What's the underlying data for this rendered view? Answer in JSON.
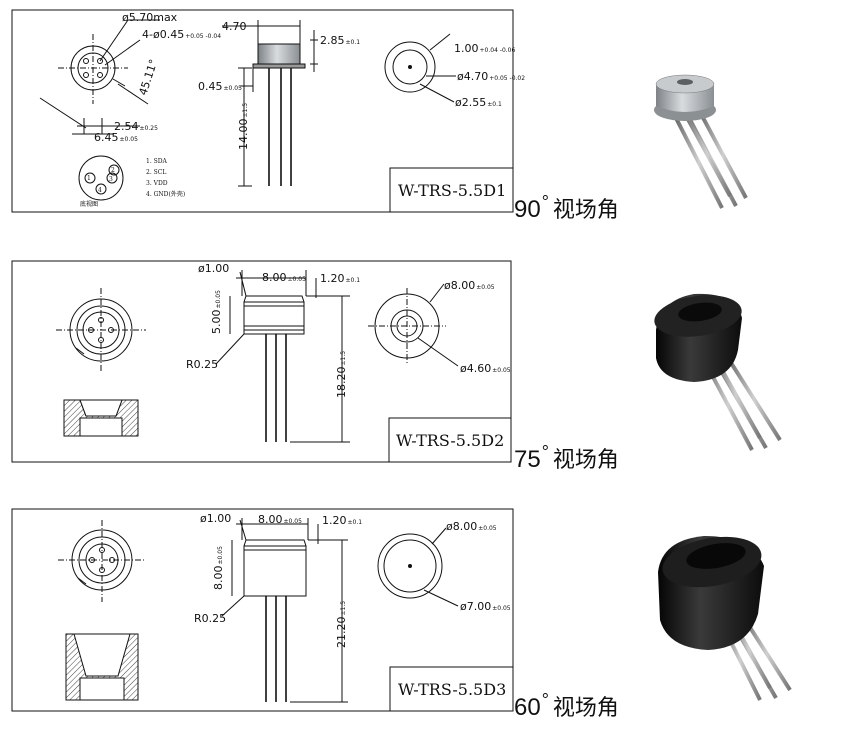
{
  "figures": [
    {
      "model": "W-TRS-5.5D1",
      "caption_angle": "90",
      "caption_degree": "°",
      "caption_text": "视场角",
      "dims": {
        "top_dia": "ø5.70max",
        "pin_dia": "4-ø0.45",
        "pin_dia_tol": "+0.05 -0.04",
        "angle": "45.11°",
        "pitch": "2.54",
        "pitch_tol": "±0.25",
        "pcd": "6.45",
        "pcd_tol": "±0.05",
        "width": "4.70",
        "flange": "0.45",
        "flange_tol": "±0.05",
        "height": "2.85",
        "height_tol": "±0.1",
        "lead": "14.00",
        "lead_tol": "±1.5",
        "window": "1.00",
        "window_tol": "+0.04 -0.06",
        "outer": "ø4.70",
        "outer_tol": "+0.05 -0.02",
        "aperture": "ø2.55",
        "aperture_tol": "±0.1"
      },
      "pin_map": {
        "caption": "底视图",
        "labels": [
          "1. SDA",
          "2. SCL",
          "3. VDD",
          "4. GND(外壳)"
        ],
        "nums": [
          "1",
          "2",
          "3",
          "4"
        ]
      }
    },
    {
      "model": "W-TRS-5.5D2",
      "caption_angle": "75",
      "caption_degree": "°",
      "caption_text": "视场角",
      "dims": {
        "r_top": "ø1.00",
        "width": "8.00",
        "width_tol": "±0.05",
        "lip": "1.20",
        "lip_tol": "±0.1",
        "body_h": "5.00",
        "body_h_tol": "±0.05",
        "r_bottom": "R0.25",
        "total": "18.20",
        "total_tol": "±1.5",
        "outer": "ø8.00",
        "outer_tol": "±0.05",
        "aperture": "ø4.60",
        "aperture_tol": "±0.05"
      }
    },
    {
      "model": "W-TRS-5.5D3",
      "caption_angle": "60",
      "caption_degree": "°",
      "caption_text": "视场角",
      "dims": {
        "r_top": "ø1.00",
        "width": "8.00",
        "width_tol": "±0.05",
        "lip": "1.20",
        "lip_tol": "±0.1",
        "body_h": "8.00",
        "body_h_tol": "±0.05",
        "r_bottom": "R0.25",
        "total": "21.20",
        "total_tol": "±1.5",
        "outer": "ø8.00",
        "outer_tol": "±0.05",
        "aperture": "ø7.00",
        "aperture_tol": "±0.05"
      }
    }
  ],
  "colors": {
    "ink": "#111111",
    "can_silver": "#b8bcc0",
    "can_black": "#1a1a1a",
    "lead_grey": "#8a8a8a"
  }
}
